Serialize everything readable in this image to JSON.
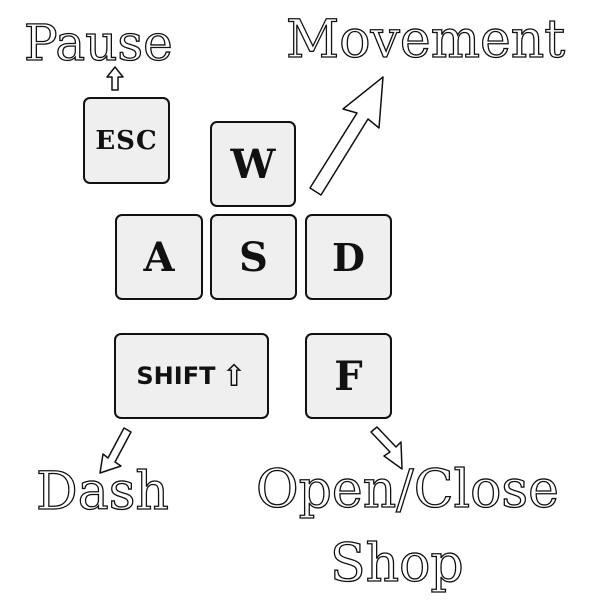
{
  "keys": {
    "esc": "ESC",
    "w": "W",
    "a": "A",
    "s": "S",
    "d": "D",
    "shift": "SHIFT",
    "shift_arrow": "⇧",
    "f": "F"
  },
  "labels": {
    "pause": "Pause",
    "movement": "Movement",
    "dash": "Dash",
    "open_close": "Open/Close",
    "shop": "Shop"
  },
  "colors": {
    "background": "#ffffff",
    "keycap": "#efefef",
    "outline": "#111111"
  },
  "icons": {
    "pause_arrow": "arrow-up-icon",
    "movement_arrow": "arrow-up-right-icon",
    "dash_arrow": "arrow-down-left-icon",
    "shop_arrow": "arrow-down-right-icon"
  }
}
